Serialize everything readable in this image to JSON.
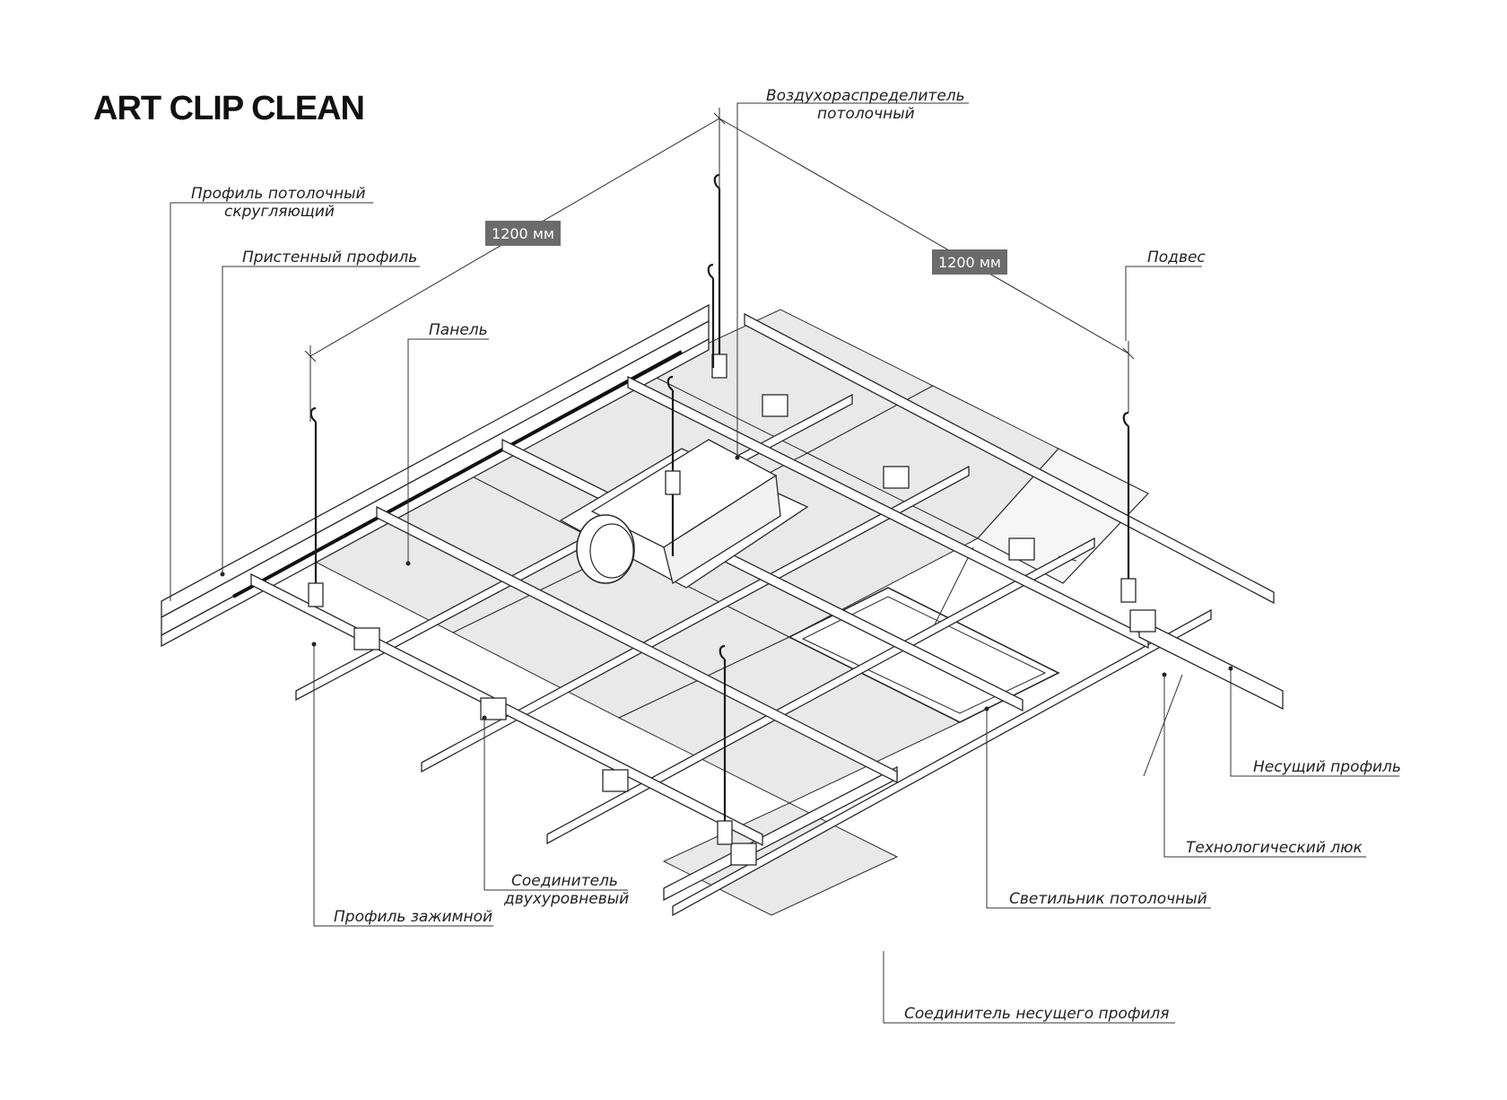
{
  "title": "ART CLIP CLEAN",
  "dimensions": {
    "left": "1200 мм",
    "right": "1200 мм"
  },
  "labels": {
    "air_diffuser_line1": "Воздухораспределитель",
    "air_diffuser_line2": "потолочный",
    "rounding_profile_line1": "Профиль потолочный",
    "rounding_profile_line2": "скругляющий",
    "wall_profile": "Пристенный профиль",
    "panel": "Панель",
    "hanger": "Подвес",
    "main_profile": "Несущий профиль",
    "tech_hatch": "Технологический люк",
    "ceiling_light": "Светильник потолочный",
    "connector_two_level_line1": "Соединитель",
    "connector_two_level_line2": "двухуровневый",
    "clamp_profile": "Профиль зажимной",
    "main_profile_connector": "Соединитель несущего профиля"
  },
  "colors": {
    "line": "#2a2a2a",
    "panel_fill": "#e9e9e9",
    "dimension_box": "#6b6b6b"
  }
}
